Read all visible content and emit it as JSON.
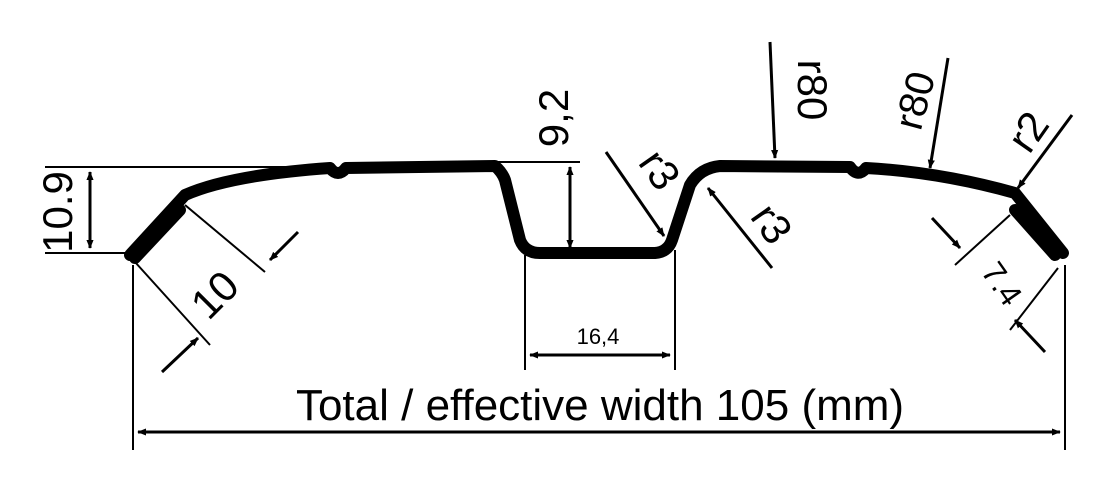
{
  "labels": {
    "total_width": "Total / effective width 105 (mm)",
    "height_left": "10.9",
    "rib_depth": "9,2",
    "rib_width": "16,4",
    "edge_left": "10",
    "edge_right": "7.4",
    "radius_rib_top": "r3",
    "radius_rib_bottom": "r3",
    "radius_crown": "r80",
    "radius_crown_right": "r80",
    "radius_edge": "r2"
  }
}
